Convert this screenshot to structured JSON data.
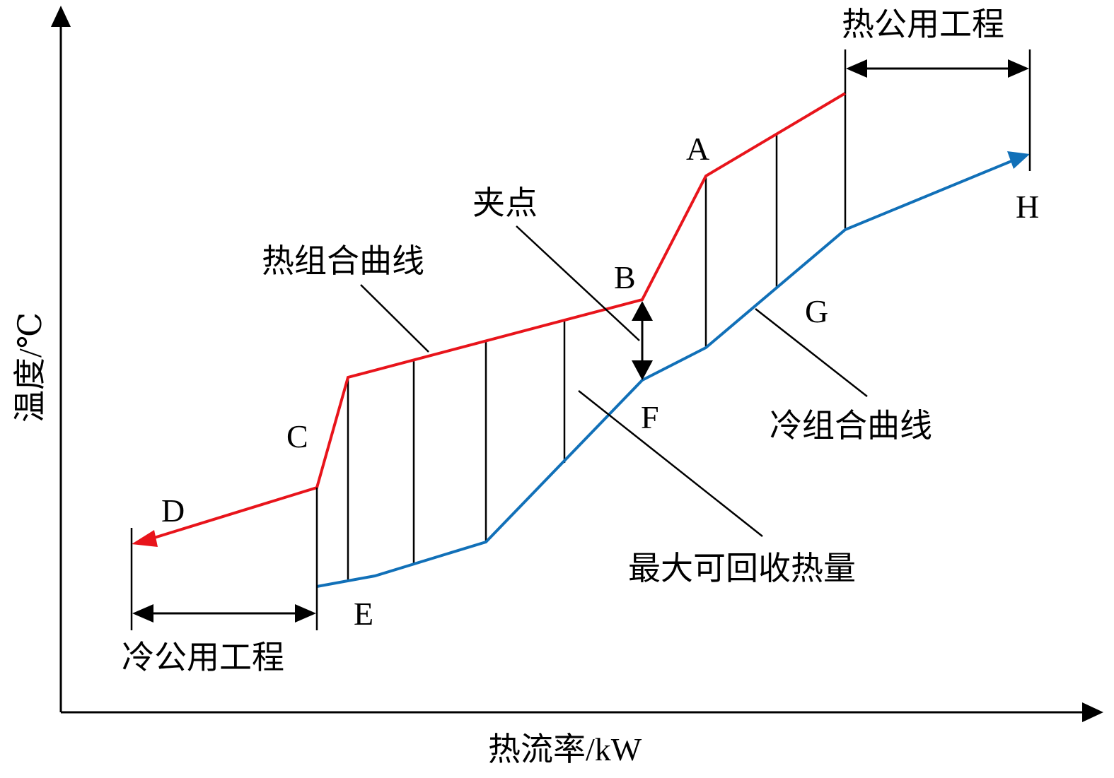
{
  "axes": {
    "x_label": "热流率/kW",
    "y_label": "温度/℃"
  },
  "labels": {
    "hot_utility": "热公用工程",
    "cold_utility": "冷公用工程",
    "hot_composite": "热组合曲线",
    "cold_composite": "冷组合曲线",
    "pinch": "夹点",
    "max_recovery": "最大可回收热量"
  },
  "points": {
    "A": "A",
    "B": "B",
    "C": "C",
    "D": "D",
    "E": "E",
    "F": "F",
    "G": "G",
    "H": "H"
  },
  "colors": {
    "hot_curve": "#e8141b",
    "cold_curve": "#1170b8",
    "axis": "#000000"
  }
}
